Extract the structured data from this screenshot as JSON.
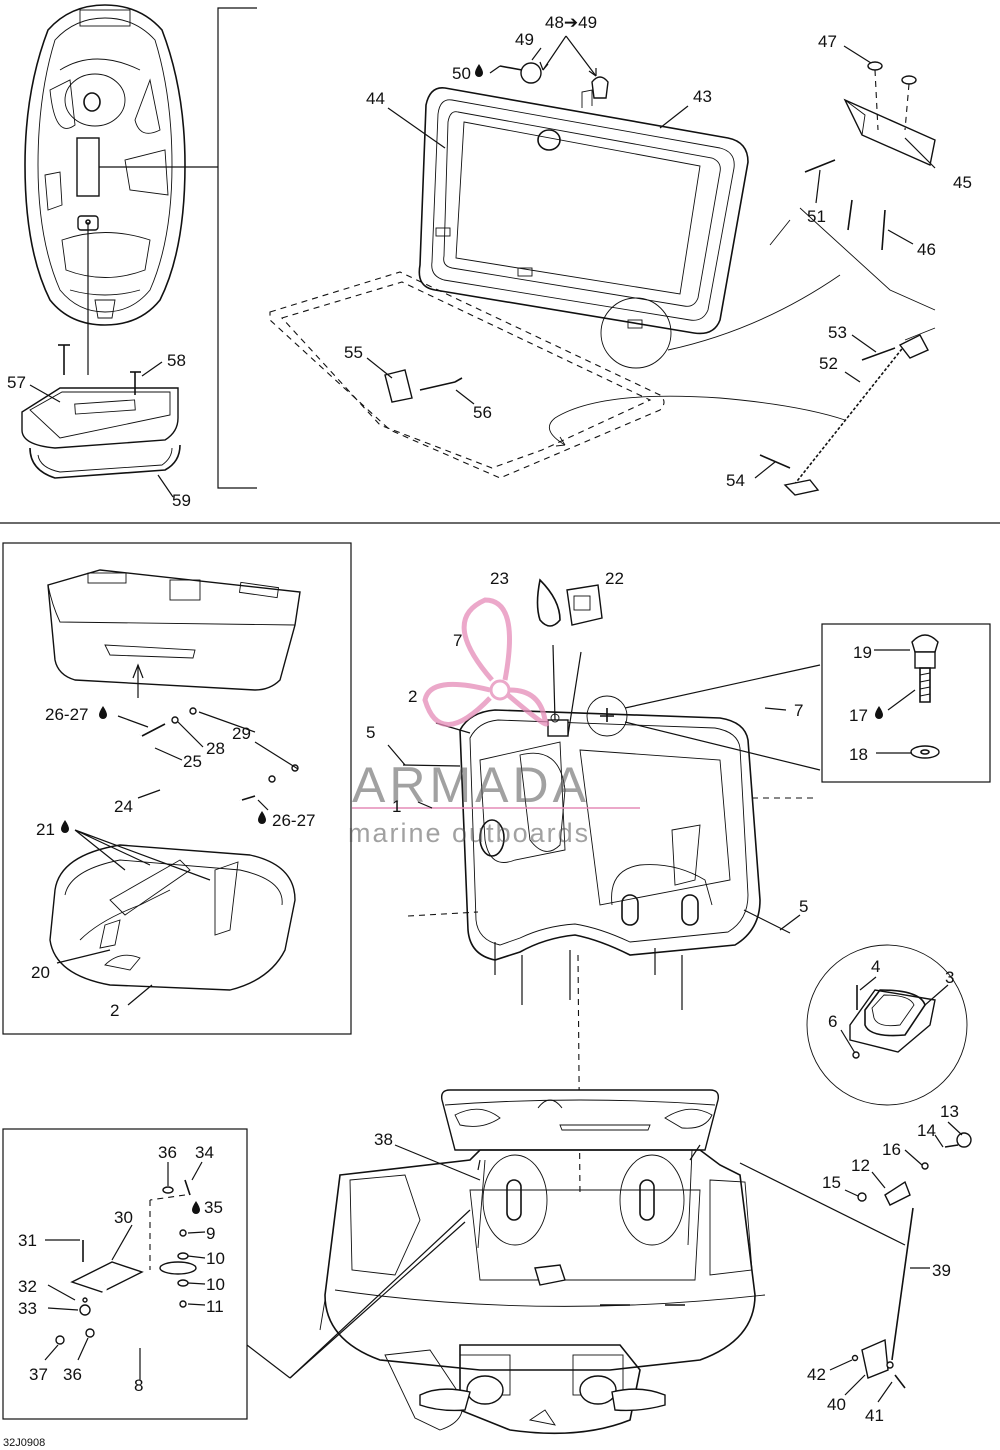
{
  "diagram": {
    "code": "32J0908",
    "watermark": {
      "title": "ARMADA",
      "subtitle": "marine outboards",
      "logo_color": "#e58bb8"
    },
    "labels": {
      "l1": "1",
      "l2a": "2",
      "l2b": "2",
      "l3": "3",
      "l4": "4",
      "l5a": "5",
      "l5b": "5",
      "l6": "6",
      "l7a": "7",
      "l7b": "7",
      "l8": "8",
      "l9": "9",
      "l10a": "10",
      "l10b": "10",
      "l11": "11",
      "l12": "12",
      "l13": "13",
      "l14": "14",
      "l15": "15",
      "l16": "16",
      "l17": "17",
      "l18": "18",
      "l19": "19",
      "l20": "20",
      "l21": "21",
      "l22": "22",
      "l23": "23",
      "l24": "24",
      "l25": "25",
      "l2627a": "26-27",
      "l2627b": "26-27",
      "l28": "28",
      "l29": "29",
      "l30": "30",
      "l31": "31",
      "l32": "32",
      "l33": "33",
      "l34": "34",
      "l35": "35",
      "l36a": "36",
      "l36b": "36",
      "l37": "37",
      "l38": "38",
      "l39": "39",
      "l40": "40",
      "l41": "41",
      "l42": "42",
      "l43": "43",
      "l44": "44",
      "l45": "45",
      "l46": "46",
      "l47": "47",
      "l4849": "48➔49",
      "l49": "49",
      "l50": "50",
      "l51": "51",
      "l52": "52",
      "l53": "53",
      "l54": "54",
      "l55": "55",
      "l56": "56",
      "l57": "57",
      "l58": "58",
      "l59": "59"
    }
  }
}
